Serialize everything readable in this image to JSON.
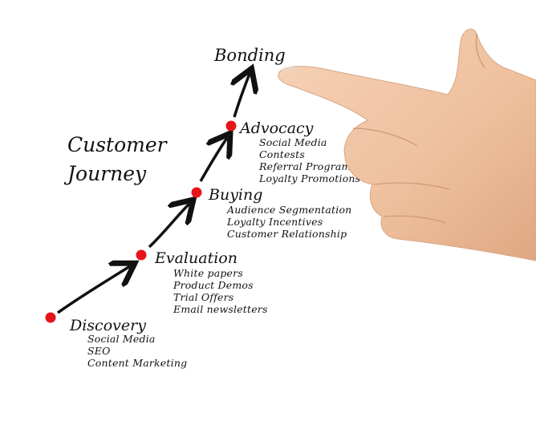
{
  "title": {
    "line1": "Customer",
    "line2": "Journey"
  },
  "stages": [
    {
      "name": "Discovery",
      "items": [
        "Social Media",
        "SEO",
        "Content Marketing"
      ]
    },
    {
      "name": "Evaluation",
      "items": [
        "White papers",
        "Product Demos",
        "Trial Offers",
        "Email newsletters"
      ]
    },
    {
      "name": "Buying",
      "items": [
        "Audience Segmentation",
        "Loyalty Incentives",
        "Customer Relationship"
      ]
    },
    {
      "name": "Advocacy",
      "items": [
        "Social Media",
        "Contests",
        "Referral Program",
        "Loyalty Promotions"
      ]
    },
    {
      "name": "Bonding",
      "items": []
    }
  ],
  "colors": {
    "dot": "#e8141b",
    "ink": "#111111",
    "skin": "#f0c5a4"
  }
}
